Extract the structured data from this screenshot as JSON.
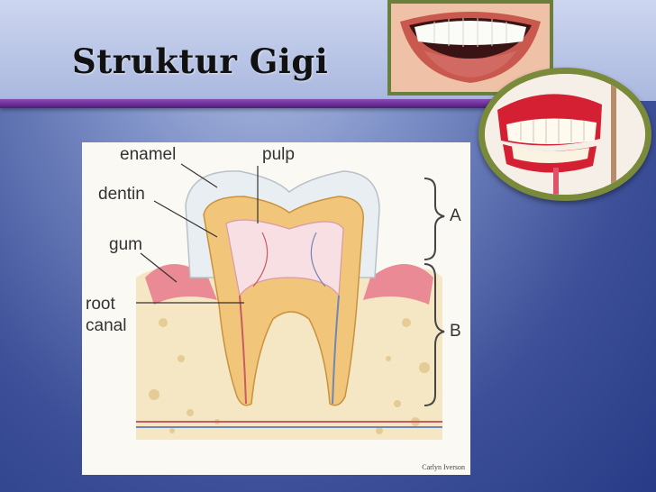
{
  "slide": {
    "title": "Struktur Gigi"
  },
  "diagram": {
    "labels": {
      "enamel": "enamel",
      "pulp": "pulp",
      "dentin": "dentin",
      "gum": "gum",
      "root_canal_line1": "root",
      "root_canal_line2": "canal",
      "bracket_a": "A",
      "bracket_b": "B"
    },
    "credit": "Carlyn Iverson"
  },
  "photos": [
    {
      "subject": "smiling-mouth"
    },
    {
      "subject": "denture-model"
    }
  ],
  "colors": {
    "title": "#111111",
    "rule": "#6a2d97",
    "frame": "#7a8a3b",
    "gum": "#e98a95",
    "dentin": "#f1c57a",
    "enamel": "#e9eef2"
  }
}
